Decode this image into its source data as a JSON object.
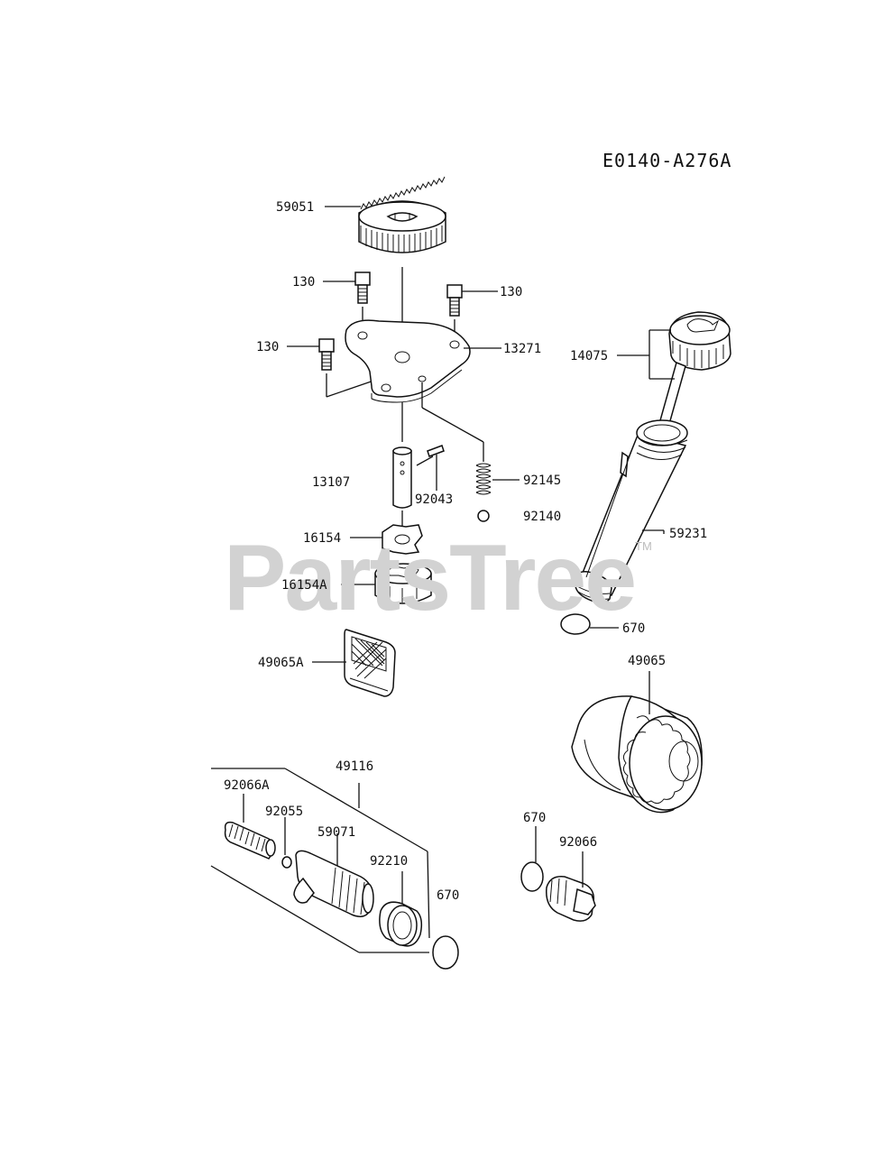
{
  "diagram_code": "E0140-A276A",
  "watermark": {
    "text": "PartsTree",
    "tm": "TM"
  },
  "callouts": {
    "p59051": "59051",
    "p130a": "130",
    "p130b": "130",
    "p130c": "130",
    "p13271": "13271",
    "p14075": "14075",
    "p13107": "13107",
    "p92043": "92043",
    "p92145": "92145",
    "p92140": "92140",
    "p16154": "16154",
    "p16154A": "16154A",
    "p59231": "59231",
    "p670a": "670",
    "p49065A": "49065A",
    "p49065": "49065",
    "p49116": "49116",
    "p92066A": "92066A",
    "p92055": "92055",
    "p59071": "59071",
    "p92210": "92210",
    "p670b": "670",
    "p670c": "670",
    "p92066": "92066"
  }
}
